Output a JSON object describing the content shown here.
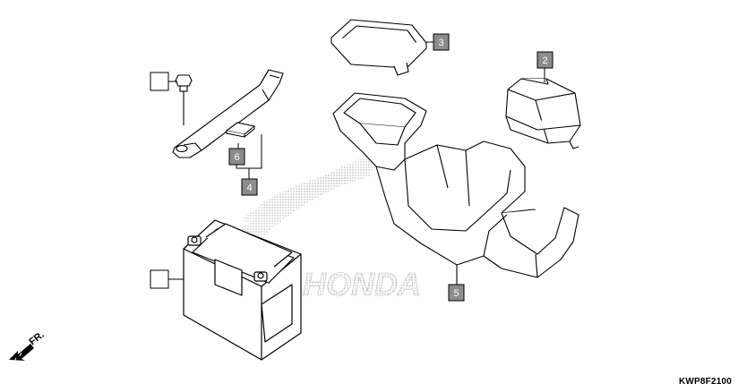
{
  "callouts": {
    "c1": "",
    "c2": "2",
    "c3": "3",
    "c4": "4",
    "c5": "5",
    "c6": "6",
    "c7": ""
  },
  "direction_label": "FR.",
  "watermark_text": "HONDA",
  "diagram_code": "KWP8F2100",
  "colors": {
    "line": "#000000",
    "callout_fill": "#8c8c8c",
    "watermark": "#bdbdbd"
  }
}
